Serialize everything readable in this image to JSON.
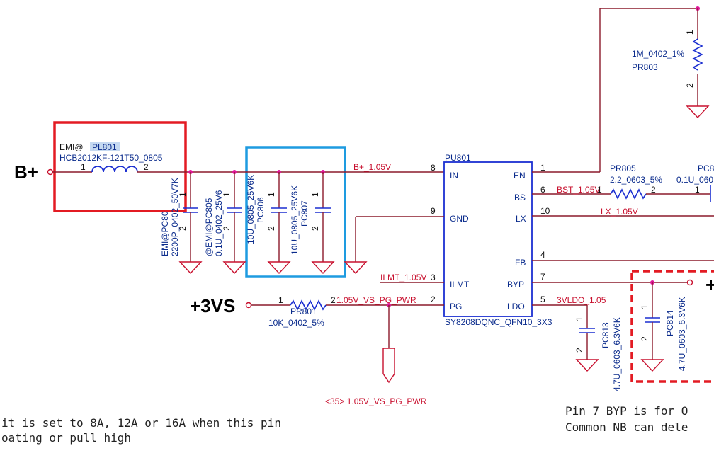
{
  "nets": {
    "bplus_label": "B+",
    "vs3_label": "+3VS",
    "b_plus_1v05": "B+_1.05V",
    "bst_1v05": "BST_1.05V",
    "lx_1v05": "LX_1.05V",
    "ilmt_1v05": "ILMT_1.05V",
    "pg_pwr": "1.05V_VS_PG_PWR",
    "vldo": "3VLDO_1.05",
    "offpage": "<35> 1.05V_VS_PG_PWR",
    "plus_partial": "+"
  },
  "inductor": {
    "prefix": "EMI@",
    "ref": "PL801",
    "value": "HCB2012KF-121T50_0805",
    "pin1": "1",
    "pin2": "2"
  },
  "caps": [
    {
      "ref": "EMI@PC80",
      "value": "2200P_0402_50V7K",
      "pin1": "1",
      "pin2": "2"
    },
    {
      "ref": "@EMI@PC805",
      "value": "0.1U_0402_25V6",
      "pin1": "1",
      "pin2": "2"
    },
    {
      "ref": "PC806",
      "value": "10U_0805_25V6K",
      "pin1": "1",
      "pin2": "2"
    },
    {
      "ref": "PC807",
      "value": "10U_0805_25V6K",
      "pin1": "1",
      "pin2": "2"
    },
    {
      "ref": "PC813",
      "value": "4.7U_0603_6.3V6K",
      "pin1": "1",
      "pin2": "2"
    },
    {
      "ref": "PC814",
      "value": "4.7U_0603_6.3V6K",
      "pin1": "1",
      "pin2": "2"
    }
  ],
  "resistors": [
    {
      "ref": "PR801",
      "value": "10K_0402_5%",
      "pin1": "1",
      "pin2": "2"
    },
    {
      "ref": "PR803",
      "value": "1M_0402_1%",
      "pin1": "1",
      "pin2": "2"
    },
    {
      "ref": "PR805",
      "value": "2.2_0603_5%",
      "pin1": "1",
      "pin2": "2"
    }
  ],
  "partial_cap": {
    "ref": "PC8",
    "value": "0.1U_060",
    "pin1": "1"
  },
  "ic": {
    "ref": "PU801",
    "part": "SY8208DQNC_QFN10_3X3",
    "left_pins": [
      {
        "num": "8",
        "name": "IN"
      },
      {
        "num": "9",
        "name": "GND"
      },
      {
        "num": "3",
        "name": "ILMT"
      },
      {
        "num": "2",
        "name": "PG"
      }
    ],
    "right_pins": [
      {
        "num": "1",
        "name": "EN"
      },
      {
        "num": "6",
        "name": "BS"
      },
      {
        "num": "10",
        "name": "LX"
      },
      {
        "num": "4",
        "name": "FB"
      },
      {
        "num": "7",
        "name": "BYP"
      },
      {
        "num": "5",
        "name": "LDO"
      }
    ]
  },
  "notes": {
    "left_line1": "it is set to 8A, 12A or 16A when this pin",
    "left_line2": "oating or pull high",
    "right_line1": "Pin 7 BYP is for O",
    "right_line2": "Common NB can dele"
  },
  "highlight_colors": {
    "red_box": "#e31b23",
    "blue_box": "#1e9be0",
    "dashed_box": "#e31b23"
  }
}
